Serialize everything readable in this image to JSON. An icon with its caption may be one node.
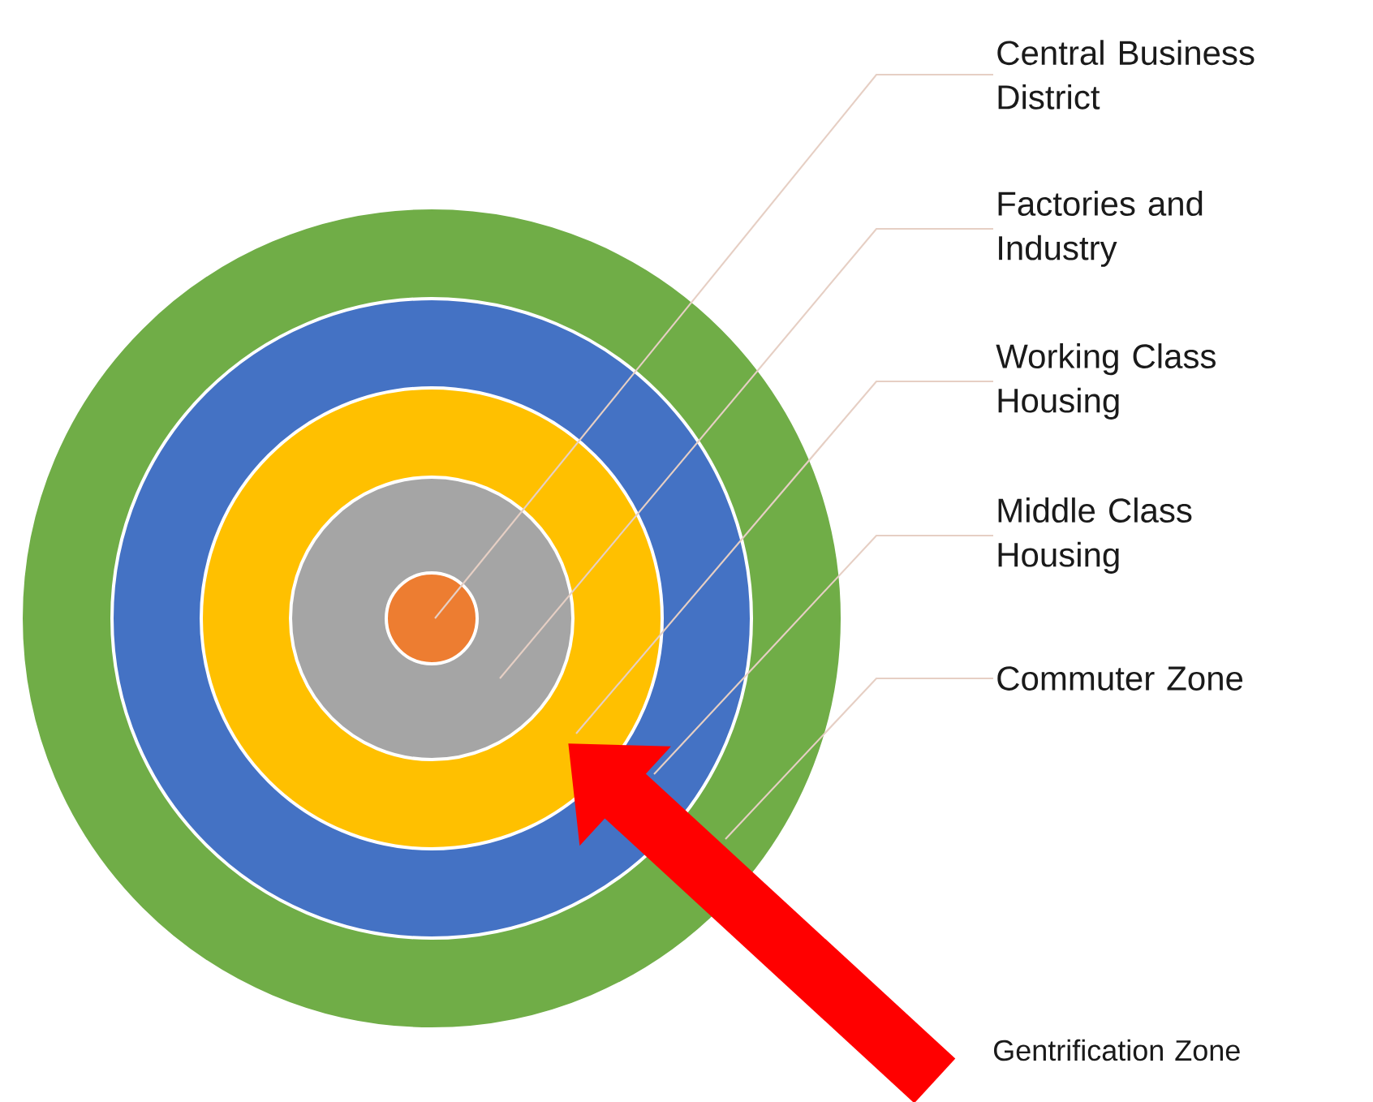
{
  "diagram": {
    "nodes": [
      {
        "text": [],
        "shape": "circle"
      },
      {
        "text": [],
        "shape": "circle",
        "in": 0
      },
      {
        "text": [],
        "shape": "circle",
        "in": 1
      },
      {
        "text": [],
        "shape": "circle",
        "in": 2
      },
      {
        "text": [],
        "shape": "circle",
        "in": 3
      },
      {
        "text": [
          "Central Business District"
        ]
      },
      {
        "text": [
          "Factories and Industry"
        ]
      },
      {
        "text": [
          "Working Class Housing"
        ]
      },
      {
        "text": [
          "Middle Class Housing"
        ]
      },
      {
        "text": [
          "Commuter Zone"
        ]
      },
      {
        "text": [
          "Gentrification Zone"
        ]
      }
    ],
    "edges": [
      {
        "from": 5,
        "to": 4,
        "arrow": "none"
      },
      {
        "from": 6,
        "to": 3,
        "arrow": "none"
      },
      {
        "from": 7,
        "to": 2,
        "arrow": "none"
      },
      {
        "from": 8,
        "to": 1,
        "arrow": "none"
      },
      {
        "from": 9,
        "to": 0,
        "arrow": "none"
      },
      {
        "from": 10,
        "to": 2,
        "arrow": "to",
        "style": "thick",
        "color": "#ff0000"
      }
    ]
  }
}
